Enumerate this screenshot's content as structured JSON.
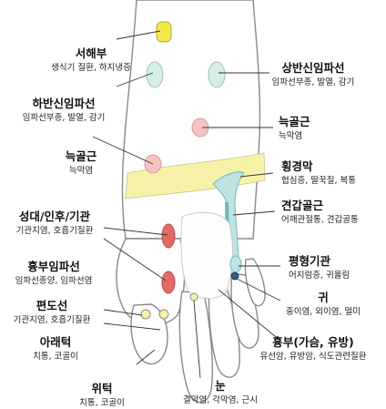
{
  "colors": {
    "skin_outline": "#8a8a8a",
    "yellow_zone": "#f6f3a8",
    "yellow_spot": "#f3e84a",
    "teal_zone": "#bfe3e2",
    "teal_dark": "#6fb8bd",
    "pink_zone": "#f5c3c3",
    "red_zone": "#e36a66",
    "leader_line": "#333333"
  },
  "labels": [
    {
      "id": "seohaebu",
      "title": "서해부",
      "sub": "생식기 질환, 하지냉증"
    },
    {
      "id": "sangban",
      "title": "상반신임파선",
      "sub": "임파선부종, 발열, 감기"
    },
    {
      "id": "haban",
      "title": "하반신임파선",
      "sub": "임파선부종, 발열, 감기"
    },
    {
      "id": "neukgol_r",
      "title": "늑골근",
      "sub": "늑막염"
    },
    {
      "id": "neukgol_l",
      "title": "늑골근",
      "sub": "늑막염"
    },
    {
      "id": "hoenggyeong",
      "title": "횡경막",
      "sub": "협심증, 딸꾹질, 복통"
    },
    {
      "id": "seongdae",
      "title": "성대/인후/기관",
      "sub": "기관지염, 호흡기질환"
    },
    {
      "id": "gyeongap",
      "title": "견갑골근",
      "sub": "어깨관절통, 견갑골통"
    },
    {
      "id": "pyeonghyeong",
      "title": "평형기관",
      "sub": "어지럼증, 귀울림"
    },
    {
      "id": "hyungbu_im",
      "title": "흉부임파선",
      "sub": "임파선종양, 임파선염"
    },
    {
      "id": "gwi",
      "title": "귀",
      "sub": "중이염, 외이염, 멀미"
    },
    {
      "id": "pyeondo",
      "title": "편도선",
      "sub": "기관지염, 호흡기질환"
    },
    {
      "id": "araetuk",
      "title": "아래턱",
      "sub": "치통, 코골이"
    },
    {
      "id": "hyungbu_gs",
      "title": "흉부(가슴, 유방)",
      "sub": "유선암, 유방암, 식도관련질환"
    },
    {
      "id": "witeok",
      "title": "위턱",
      "sub": "치통, 코골이"
    },
    {
      "id": "nun",
      "title": "눈",
      "sub": "결막염, 각막염, 근시"
    }
  ]
}
